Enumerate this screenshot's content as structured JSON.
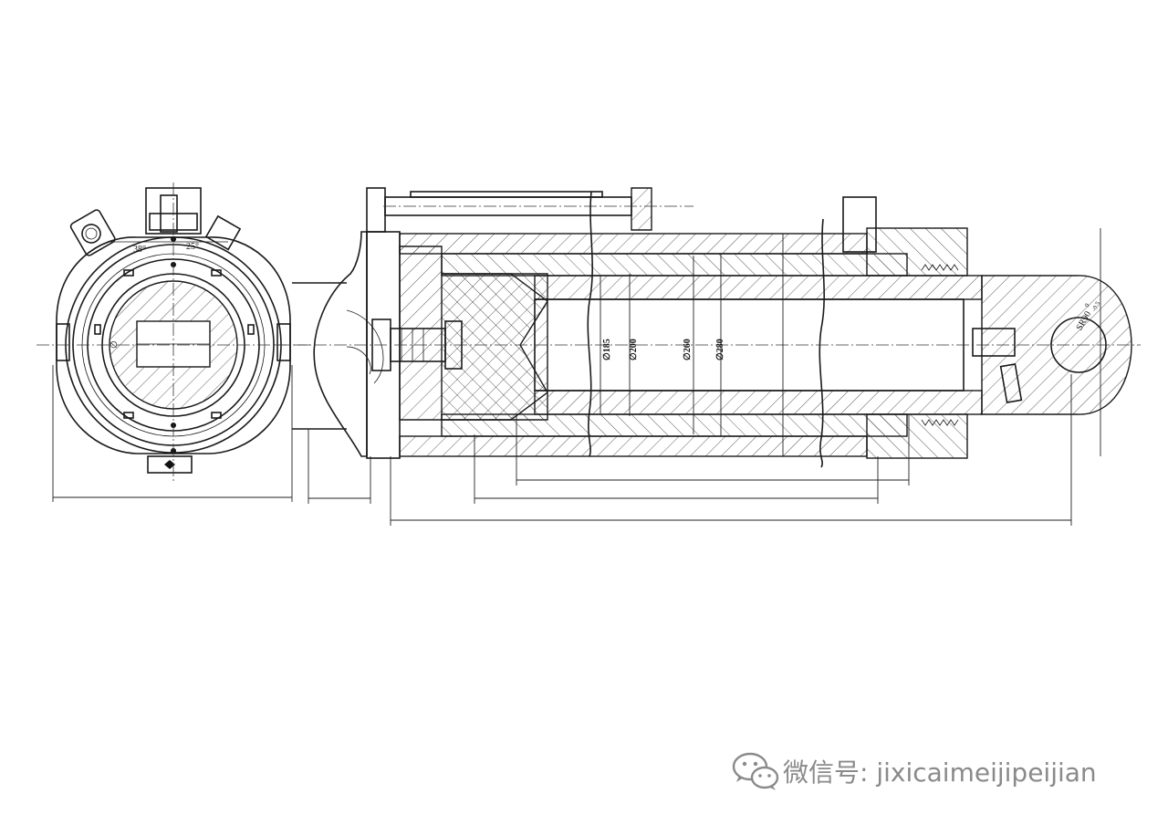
{
  "drawing": {
    "angle_labels": {
      "left": "38°",
      "right": "25°"
    },
    "diameter_labels": [
      "∅185",
      "∅200",
      "∅260",
      "∅280"
    ],
    "front_view_diameter": "∅",
    "rod_end_radius": "SR90",
    "rod_end_tolerance_upper": "0",
    "rod_end_tolerance_lower": "-0.5"
  },
  "watermark": {
    "text": "微信号: jixicaimeijipeijian",
    "logo_icon": "wechat-logo-icon",
    "color": "#8a8a8a"
  }
}
